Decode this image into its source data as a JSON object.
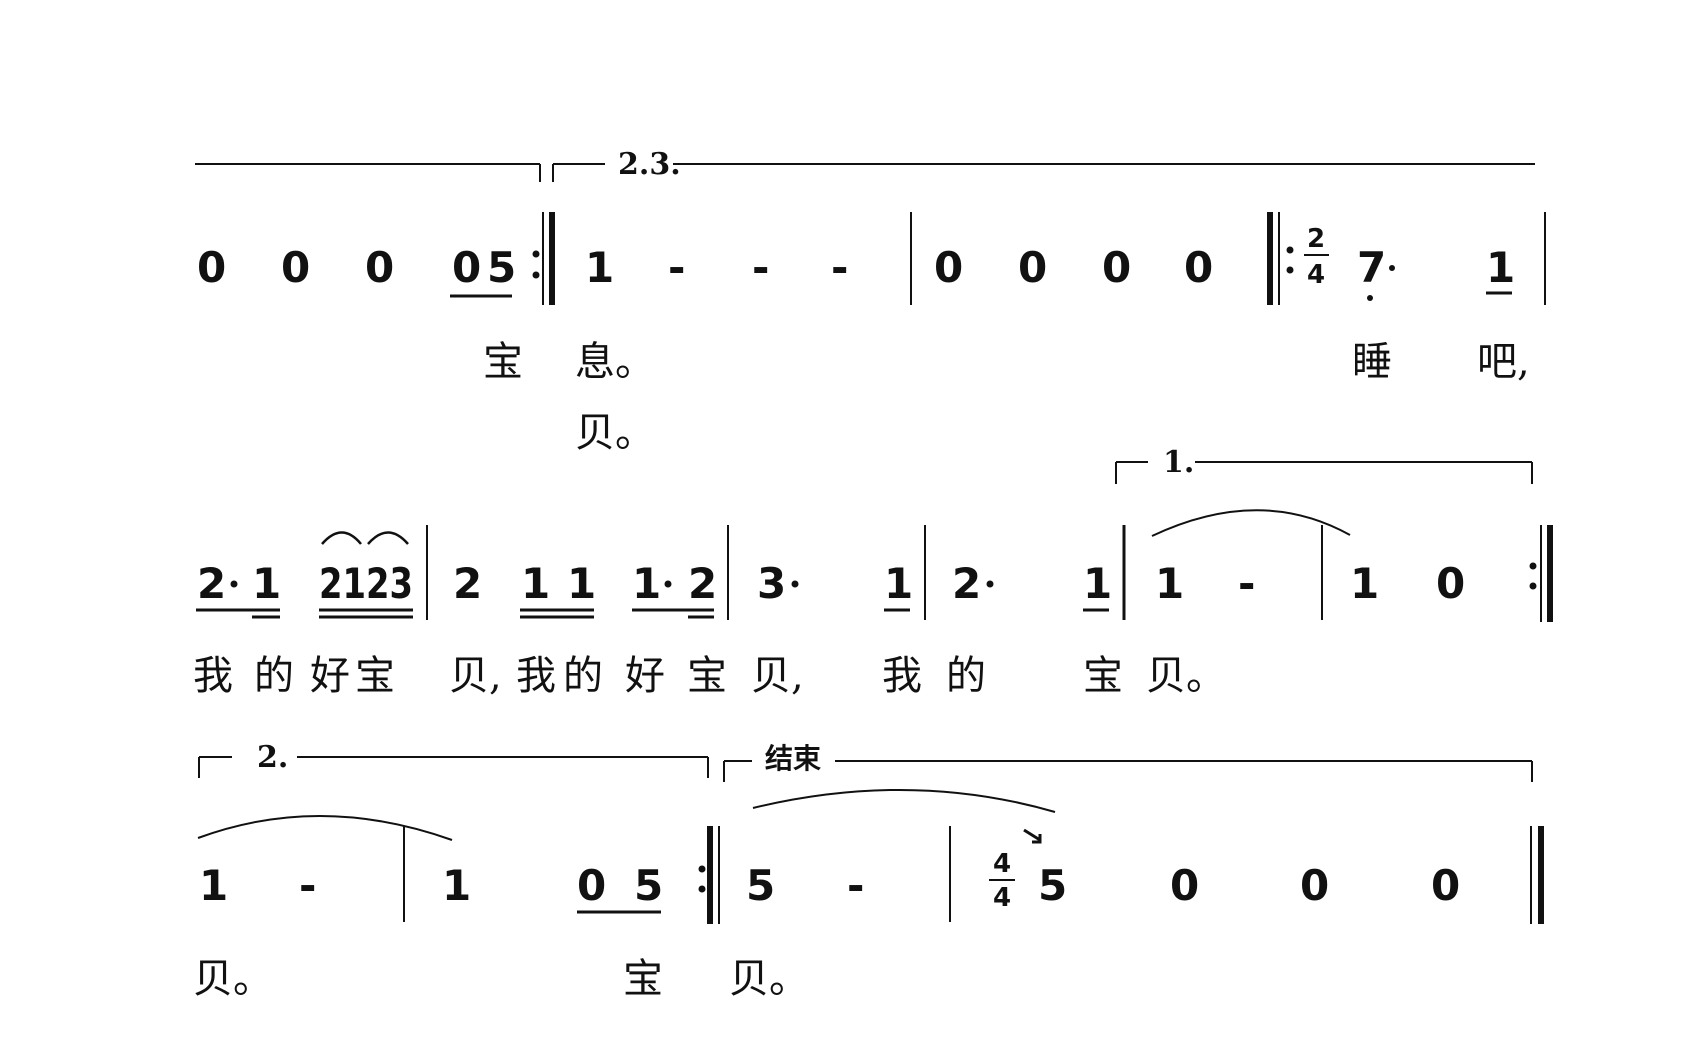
{
  "score": {
    "system1": {
      "volta_2_3": "2.3.",
      "notes": [
        "0",
        "0",
        "0",
        "0",
        "5",
        "1",
        "-",
        "-",
        "-",
        "0",
        "0",
        "0",
        "0",
        "7",
        "1"
      ],
      "time_signature": {
        "top": "2",
        "bottom": "4"
      },
      "lyrics_line1": [
        "宝",
        "息。",
        "睡",
        "吧,"
      ],
      "lyrics_line2": [
        "贝。"
      ]
    },
    "system2": {
      "volta_1": "1.",
      "notes": [
        "2",
        "1",
        "2123",
        "2",
        "1",
        "1",
        "1",
        "2",
        "3",
        "1",
        "2",
        "1",
        "1",
        "-",
        "1",
        "0"
      ],
      "lyrics": [
        "我",
        "的",
        "好",
        "宝",
        "贝,",
        "我",
        "的",
        "好",
        "宝",
        "贝,",
        "我",
        "的",
        "宝",
        "贝。"
      ]
    },
    "system3": {
      "volta_2": "2.",
      "ending_label": "结束",
      "notes": [
        "1",
        "-",
        "1",
        "0",
        "5",
        "5",
        "-",
        "5",
        "0",
        "0",
        "0"
      ],
      "time_signature": {
        "top": "4",
        "bottom": "4"
      },
      "lyrics": [
        "贝。",
        "宝",
        "贝。"
      ]
    }
  }
}
